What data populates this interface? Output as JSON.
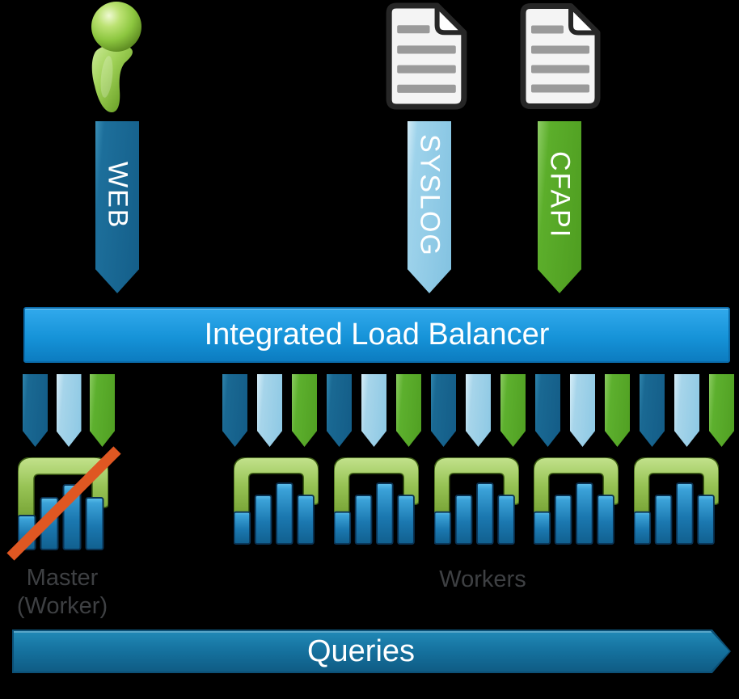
{
  "diagram": {
    "sources": {
      "user_icon": "person-icon",
      "syslog_doc_icon": "document-icon",
      "cfapi_doc_icon": "document-icon"
    },
    "input_arrows": [
      {
        "id": "web",
        "label": "WEB",
        "theme": "dark-blue"
      },
      {
        "id": "syslog",
        "label": "SYSLOG",
        "theme": "light-blue"
      },
      {
        "id": "cfapi",
        "label": "CFAPI",
        "theme": "green"
      }
    ],
    "load_balancer": {
      "label": "Integrated Load Balancer"
    },
    "master_fanout": [
      "dark-blue",
      "light-blue",
      "green"
    ],
    "workers_fanout": [
      "dark-blue",
      "light-blue",
      "green",
      "dark-blue",
      "light-blue",
      "green",
      "dark-blue",
      "light-blue",
      "green",
      "dark-blue",
      "light-blue",
      "green",
      "dark-blue",
      "light-blue",
      "green"
    ],
    "master": {
      "label_line1": "Master",
      "label_line2": "(Worker)",
      "struck_through": true,
      "slash_icon": "orange-slash-icon"
    },
    "workers": {
      "count": 5,
      "label": "Workers",
      "node_icon": "bar-chart-node-icon"
    },
    "queries_arrow": {
      "label": "Queries",
      "direction": "right"
    }
  },
  "colors": {
    "background": "#000000",
    "dark_blue": "#145e89",
    "light_blue": "#9ed3eb",
    "green": "#5cae2b",
    "load_balancer_top": "#31a9ec",
    "load_balancer_bottom": "#0c7cc0",
    "queries_blue": "#15719e",
    "label_gray": "#3e4043",
    "slash_orange": "#df5722"
  }
}
